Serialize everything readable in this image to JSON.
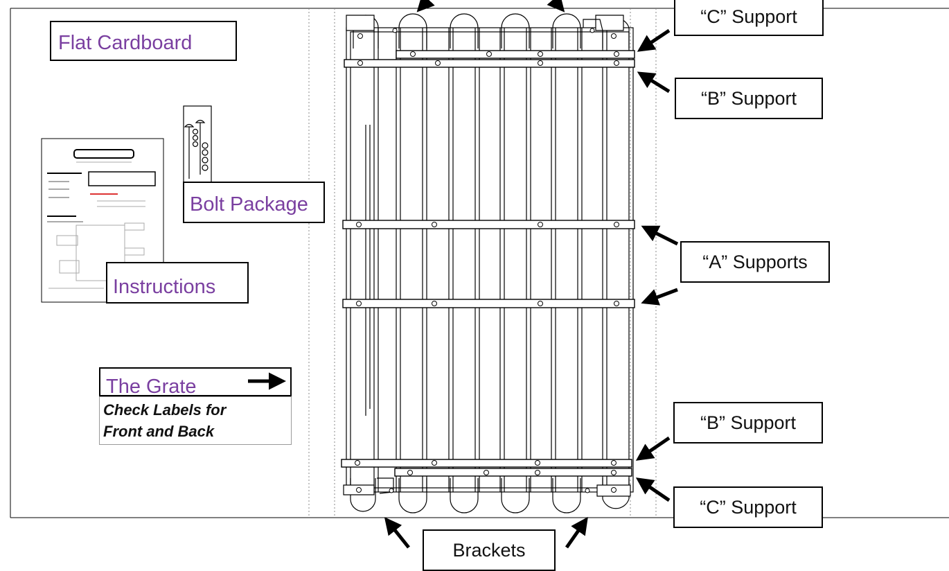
{
  "labels": {
    "flat_cardboard": "Flat Cardboard",
    "bolt_package": "Bolt Package",
    "instructions": "Instructions",
    "the_grate": "The Grate",
    "grate_note_line1": "Check Labels for",
    "grate_note_line2": "Front and Back",
    "c_support_top": "“C” Support",
    "b_support_top": "“B” Support",
    "a_supports": "“A” Supports",
    "b_support_bottom": "“B” Support",
    "c_support_bottom": "“C” Support",
    "brackets": "Brackets"
  },
  "colors": {
    "purple_label": "#7a3fa0",
    "line": "#000000"
  }
}
